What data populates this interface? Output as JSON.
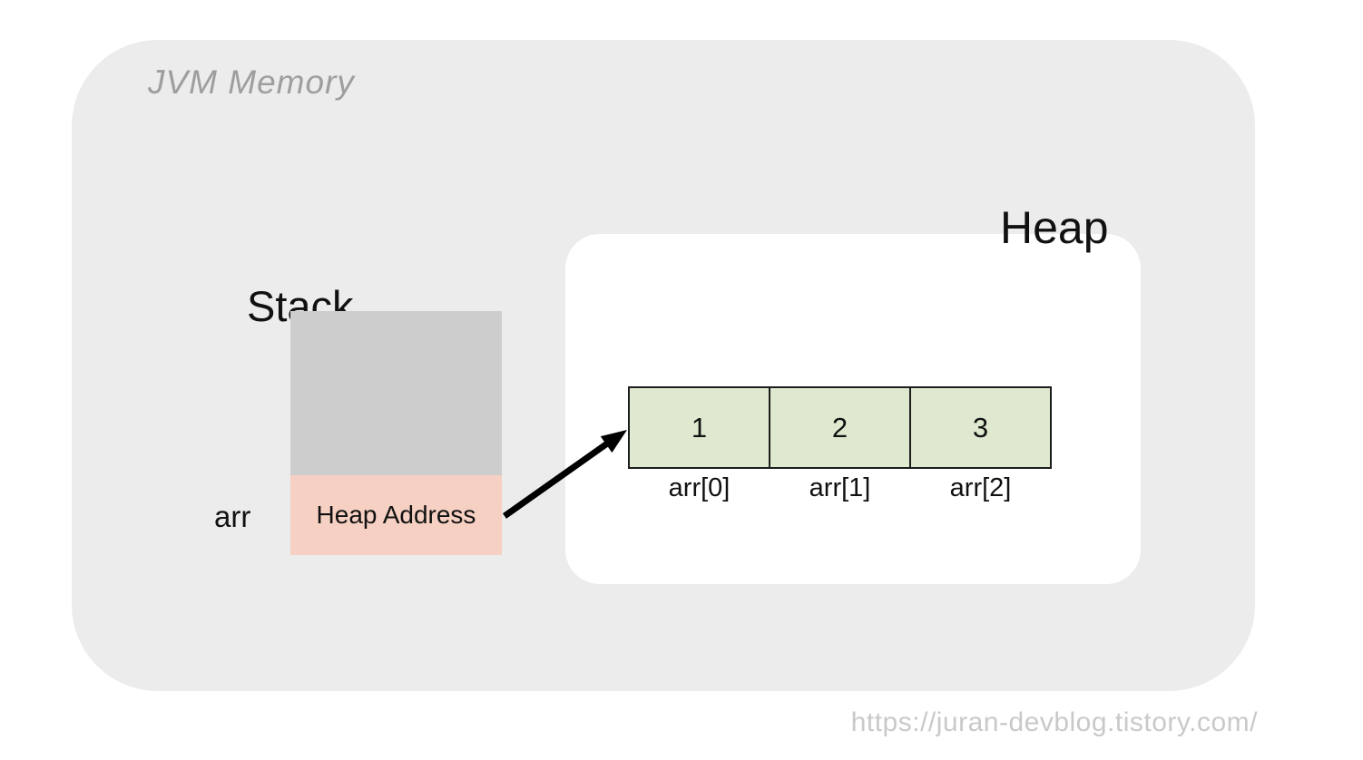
{
  "diagram": {
    "jvm_label": "JVM Memory",
    "stack": {
      "label": "Stack",
      "var_label": "arr",
      "pointer_value": "Heap Address"
    },
    "heap": {
      "label": "Heap",
      "array_cells": [
        {
          "value": "1",
          "index": "arr[0]"
        },
        {
          "value": "2",
          "index": "arr[1]"
        },
        {
          "value": "3",
          "index": "arr[2]"
        }
      ]
    },
    "arrow": {
      "from": "heap-address-cell",
      "to": "array-cell-0"
    }
  },
  "footer": {
    "url_text": "https://juran-devblog.tistory.com/"
  },
  "colors": {
    "page_bg": "#ffffff",
    "jvm_bg": "#ececec",
    "stack_frame_bg": "#cdcdcd",
    "heap_address_bg": "#f6d0c2",
    "heap_box_bg": "#ffffff",
    "array_cell_bg": "#dfe9cf",
    "array_cell_border": "#1c1c1c",
    "title_color": "#9e9e9e",
    "label_color": "#111111",
    "url_color": "#c9c9c9",
    "arrow_color": "#000000"
  }
}
